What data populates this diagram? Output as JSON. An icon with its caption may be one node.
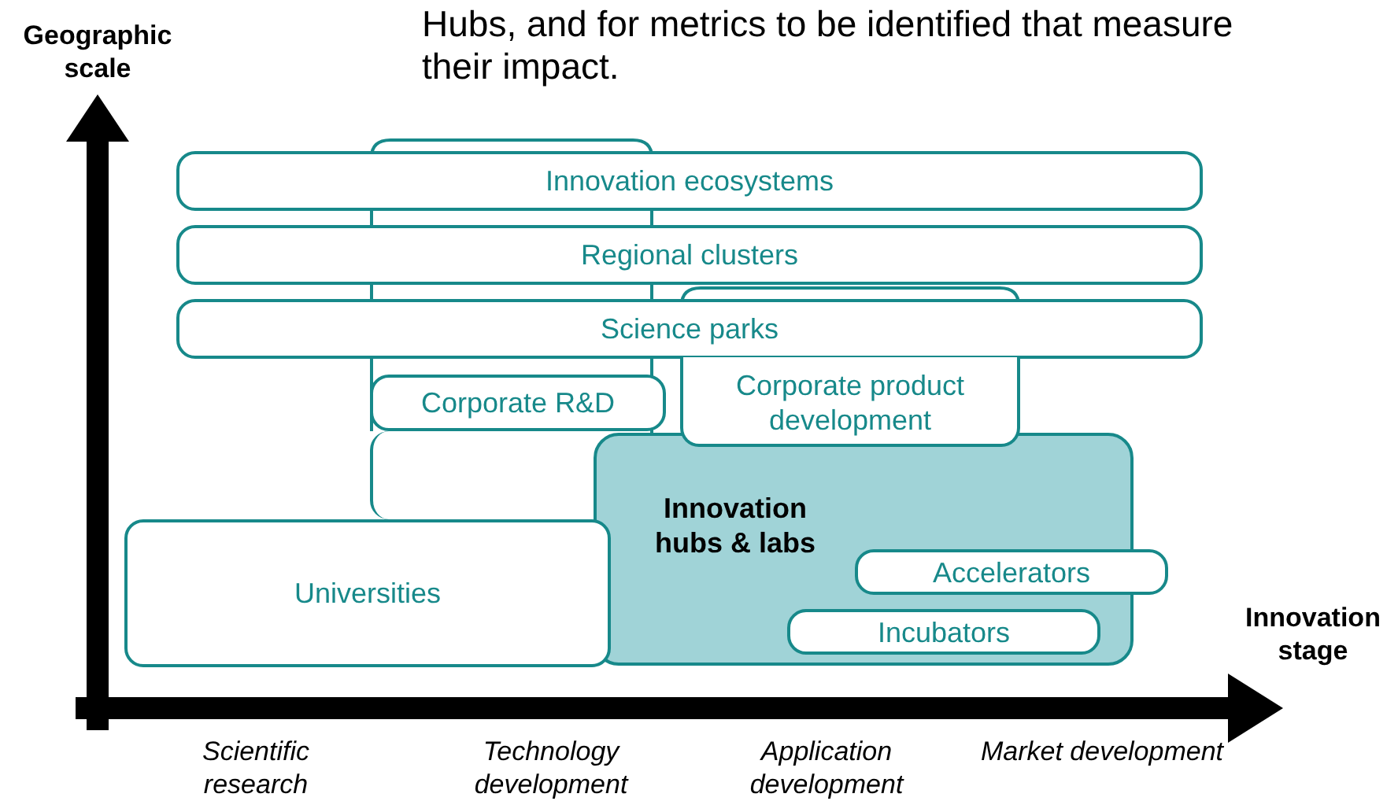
{
  "diagram": {
    "nodes": [
      {
        "text": [],
        "shape": "box"
      },
      {
        "text": [
          "Innovation ecosystems"
        ]
      },
      {
        "text": [
          "Regional clusters"
        ]
      },
      {
        "text": [
          "Corporate product development"
        ]
      },
      {
        "text": [
          "Science parks"
        ]
      },
      {
        "text": [
          "Corporate R&D"
        ]
      },
      {
        "text": [
          "Innovation hubs & labs"
        ]
      },
      {
        "text": [
          "Universities"
        ]
      },
      {
        "text": [
          "Accelerators"
        ]
      },
      {
        "text": [
          "Incubators"
        ],
        "in": 6
      }
    ],
    "edges": [],
    "labels": [
      "Hubs, and for metrics to be identified that measure their impact.",
      "Geographic scale",
      "Innovation stage",
      "Scientific research",
      "Technology development",
      "Application development",
      "Market development"
    ]
  }
}
